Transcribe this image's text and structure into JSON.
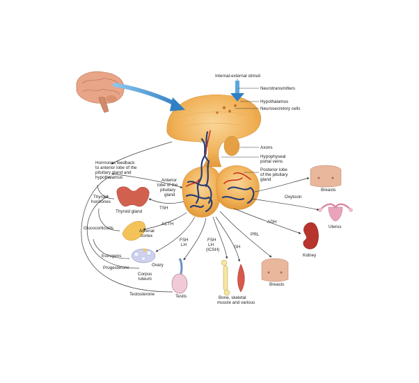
{
  "labels": {
    "stimuli": "Internal-external stimuli",
    "neurotransmitters": "Neurotransmitters",
    "hypothalamus": "Hypothalamus",
    "neurosecretory": "Neurosecretory cells",
    "axons": "Axons",
    "portal_1": "Hypophyseal",
    "portal_2": "portal veins",
    "posterior_1": "Posterior lobe",
    "posterior_2": "of the pituitary",
    "posterior_3": "gland",
    "feedback_1": "Hormones feedback",
    "feedback_2": "to anterior lobe of the",
    "feedback_3": "pituitary gland and",
    "feedback_4": "hypothalamus",
    "anterior_1": "Anterior",
    "anterior_2": "lobe of the",
    "anterior_3": "pituitary",
    "anterior_4": "gland",
    "thyroid_hormones_1": "Thyroid",
    "thyroid_hormones_2": "hormones",
    "thyroid_gland": "Thyroid gland",
    "tsh": "TSH",
    "acth": "ACTH",
    "glucocorticoids": "Glucocorticoids",
    "adrenal_1": "Adrenal",
    "adrenal_2": "cortex",
    "fsh_lh_1": "FSH",
    "fsh_lh_2": "LH",
    "fsh_lh_icsh_1": "FSH",
    "fsh_lh_icsh_2": "LH",
    "fsh_lh_icsh_3": "(ICSH)",
    "gh": "GH",
    "prl": "PRL",
    "adh": "ADH",
    "oxytocin": "Oxytocin",
    "breasts_top": "Breasts",
    "uterus": "Uterus",
    "kidney": "Kidney",
    "breasts_bottom": "Breasts",
    "estrogens": "Estrogens",
    "progesterone": "Progesterone",
    "ovary": "Ovary",
    "corpus_1": "Corpus",
    "corpus_2": "luteum",
    "testosterone": "Testosterone",
    "testis": "Testis",
    "bone_1": "Bone, skeletal",
    "bone_2": "muscle and various"
  },
  "colors": {
    "gland": "#f2b45a",
    "gland_light": "#f7d08f",
    "blue_arrow": "#3b8fd0",
    "portal_blue": "#2b3f73",
    "portal_red": "#c8321e",
    "skin": "#e9b79c"
  }
}
